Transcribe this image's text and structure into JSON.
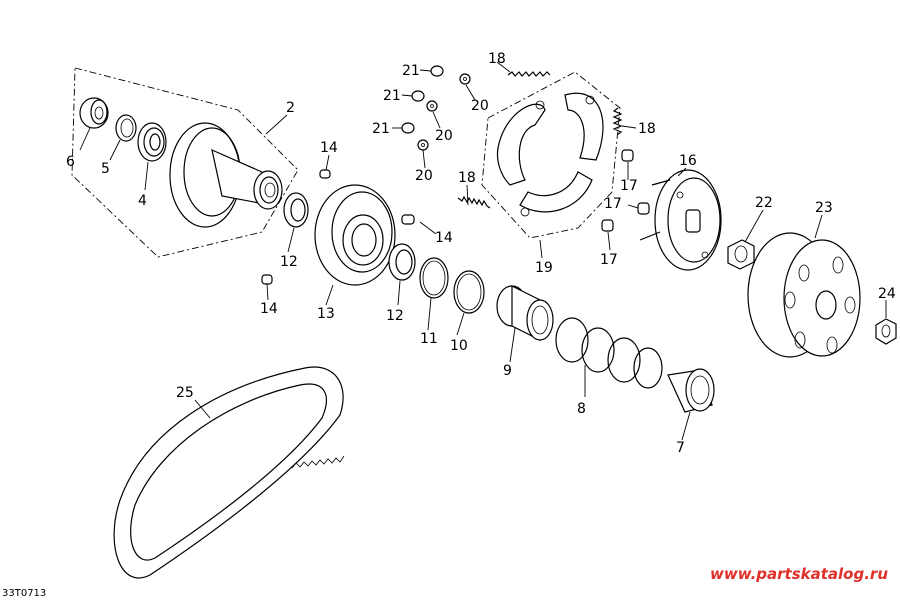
{
  "diagram": {
    "reference_code": "33T0713",
    "watermark": {
      "text": "www.partskatalog.ru",
      "color": "#e0302a"
    },
    "callouts": [
      "2",
      "6",
      "5",
      "4",
      "14",
      "12",
      "13",
      "14",
      "14",
      "12",
      "11",
      "10",
      "9",
      "8",
      "7",
      "21",
      "21",
      "21",
      "20",
      "20",
      "20",
      "18",
      "18",
      "18",
      "19",
      "17",
      "16",
      "17",
      "17",
      "22",
      "23",
      "24",
      "25"
    ],
    "line_color": "#000000"
  }
}
